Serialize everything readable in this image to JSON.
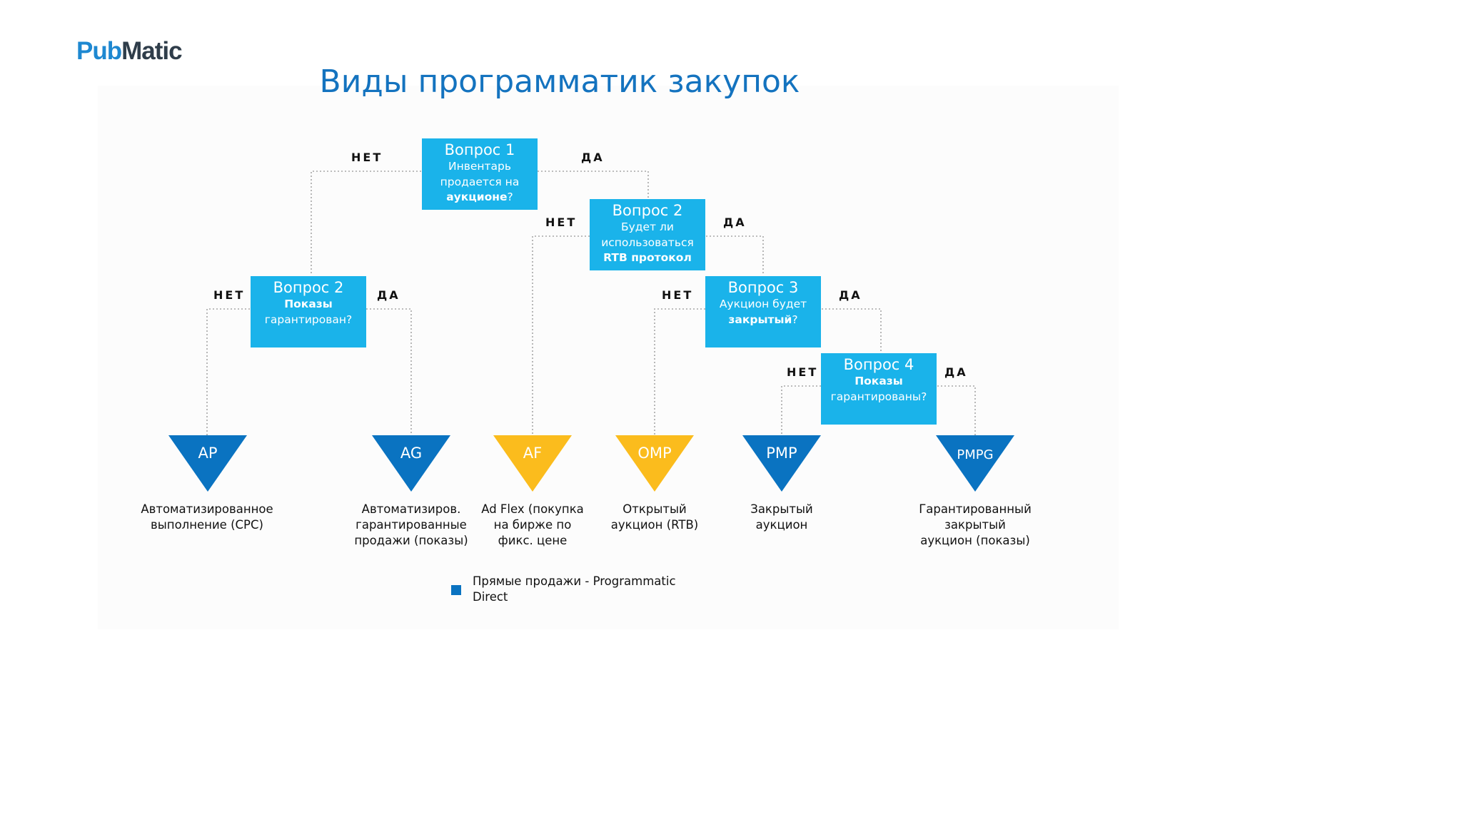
{
  "logo": {
    "part1": "Pub",
    "part2": "Matic"
  },
  "title": "Виды программатик закупок",
  "questions": {
    "q1": {
      "title": "Вопрос 1",
      "line1": "Инвентарь",
      "line2": "продается на",
      "bold": "аукционе",
      "tail": "?"
    },
    "q2_left": {
      "title": "Вопрос 2",
      "bold": "Показы",
      "line2": "гарантирован?"
    },
    "q2_right": {
      "title": "Вопрос 2",
      "line1": "Будет ли",
      "line2": "использоваться",
      "bold": "RTB протокол"
    },
    "q3": {
      "title": "Вопрос 3",
      "line1": "Аукцион будет",
      "bold": "закрытый",
      "tail": "?"
    },
    "q4": {
      "title": "Вопрос 4",
      "bold": "Показы",
      "line2": "гарантированы?"
    }
  },
  "answers": {
    "no": "НЕТ",
    "yes": "ДА"
  },
  "outcomes": [
    {
      "code": "AP",
      "color": "#0a73c1",
      "desc": [
        "Автоматизированное",
        "выполнение (CPC)"
      ]
    },
    {
      "code": "AG",
      "color": "#0a73c1",
      "desc": [
        "Автоматизиров.",
        "гарантированные",
        "продажи (показы)"
      ]
    },
    {
      "code": "AF",
      "color": "#fbbc1d",
      "desc": [
        "Ad Flex (покупка",
        "на бирже по",
        "фикс. цене"
      ]
    },
    {
      "code": "OMP",
      "color": "#fbbc1d",
      "desc": [
        "Открытый",
        "аукцион (RTB)"
      ]
    },
    {
      "code": "PMP",
      "color": "#0a73c1",
      "desc": [
        "Закрытый",
        "аукцион"
      ]
    },
    {
      "code": "PMPG",
      "color": "#0a73c1",
      "desc": [
        "Гарантированный",
        "закрытый",
        "аукцион (показы)"
      ]
    }
  ],
  "colors": {
    "question_box": "#1ab3ea",
    "title": "#1473bf",
    "connector": "#a6a6a6",
    "direct": "#0a73c1",
    "non_direct": "#fbbc1d"
  },
  "legend": {
    "color": "#0a73c1",
    "line1": "Прямые продажи - Programmatic",
    "line2": "Direct"
  }
}
